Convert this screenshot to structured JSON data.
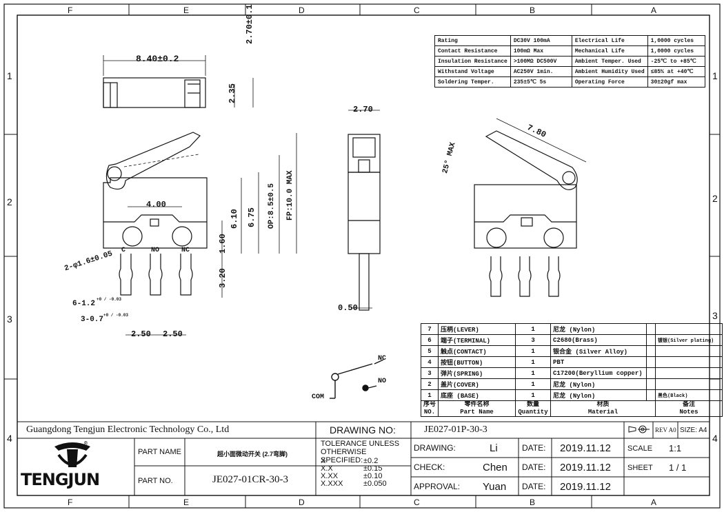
{
  "border": {
    "top_cols": [
      "F",
      "E",
      "D",
      "C",
      "B",
      "A"
    ],
    "bottom_cols": [
      "F",
      "E",
      "D",
      "C",
      "B",
      "A"
    ],
    "left_rows": [
      "1",
      "2",
      "3",
      "4"
    ],
    "right_rows": [
      "1",
      "2",
      "3",
      "4"
    ]
  },
  "specs": [
    [
      "Rating",
      "DC30V 100mA",
      "Electrical Life",
      "1,0000 cycles"
    ],
    [
      "Contact Resistance",
      "100mΩ Max",
      "Mechanical Life",
      "1,0000 cycles"
    ],
    [
      "Insulation Resistance",
      ">100MΩ DC500V",
      "Ambient Temper. Used",
      "-25℃ to +85℃"
    ],
    [
      "Withstand Voltage",
      "AC250V 1min.",
      "Ambient Humidity Used",
      "≤85% at +40℃"
    ],
    [
      "Soldering Temper.",
      "235±5℃ 5s",
      "Operating Force",
      "30±20gf max"
    ]
  ],
  "dims": {
    "top_len": "8.40±0.2",
    "top_h": "2.70±0.1",
    "top_h2": "2.35",
    "side_w": "2.70",
    "side_t": "0.50",
    "pin_sp1": "4.00",
    "hole": "2-φ1.6±0.05",
    "h610": "6.10",
    "h675": "6.75",
    "op": "OP:8.5±0.5",
    "fp": "FP:10.0 MAX",
    "h160": "1.60",
    "h320": "3.20",
    "pin_w1": "6-1.2",
    "pin_w1_tol": "+0 / -0.03",
    "pin_w2": "3-0.7",
    "pin_w2_tol": "+0 / -0.03",
    "pitch_a": "2.50",
    "pitch_b": "2.50",
    "lever_len": "7.80",
    "angle": "25° MAX",
    "pin_c": "C",
    "pin_no": "NO",
    "pin_nc": "NC"
  },
  "schematic": {
    "nc": "NC",
    "no": "NO",
    "com": "COM"
  },
  "bom": {
    "rows": [
      [
        "7",
        "压柄(LEVER)",
        "1",
        "尼龙 (Nylon)",
        ""
      ],
      [
        "6",
        "端子(TERMINAL)",
        "3",
        "C2680(Brass)",
        "镀银(Silver plating)"
      ],
      [
        "5",
        "触点(CONTACT)",
        "1",
        "银合金 (Silver Alloy)",
        ""
      ],
      [
        "4",
        "按钮(BUTTON)",
        "1",
        "PBT",
        ""
      ],
      [
        "3",
        "弹片(SPRING)",
        "1",
        "C17200(Beryllium copper)",
        ""
      ],
      [
        "2",
        "盖片(COVER)",
        "1",
        "尼龙 (Nylon)",
        ""
      ],
      [
        "1",
        "底座 (BASE)",
        "1",
        "尼龙 (Nylon)",
        "黑色(Black)"
      ]
    ],
    "header": {
      "no_cn": "序号",
      "no_en": "NO.",
      "part_cn": "零件名称",
      "part_en": "Part Name",
      "qty_cn": "数量",
      "qty_en": "Quantity",
      "mat_cn": "材质",
      "mat_en": "Material",
      "note_cn": "备注",
      "note_en": "Notes"
    }
  },
  "title_block": {
    "company": "Guangdong Tengjun Electronic Technology Co., Ltd",
    "drawing_no_label": "DRAWING NO:",
    "drawing_no": "JE027-01P-30-3",
    "rev": "REV A0",
    "size": "SIZE: A4",
    "logo": "TENGJUN",
    "part_name_label": "PART NAME",
    "part_name": "超小面微动开关 (2.7弯脚)",
    "part_no_label": "PART NO.",
    "part_no": "JE027-01CR-30-3",
    "tolerance_title": "TOLERANCE UNLESS OTHERWISE SPECIFIED:",
    "tol_rows": [
      [
        "X",
        "±0.2"
      ],
      [
        "X.X",
        "±0.15"
      ],
      [
        "X.XX",
        "±0.10"
      ],
      [
        "X.XXX",
        "±0.050"
      ]
    ],
    "drawing_label": "DRAWING:",
    "drawing_by": "Li",
    "check_label": "CHECK:",
    "check_by": "Chen",
    "approval_label": "APPROVAL:",
    "approval_by": "Yuan",
    "date_label": "DATE:",
    "date1": "2019.11.12",
    "date2": "2019.11.12",
    "date3": "2019.11.12",
    "scale_label": "SCALE",
    "scale": "1:1",
    "sheet_label": "SHEET",
    "sheet": "1 / 1"
  }
}
